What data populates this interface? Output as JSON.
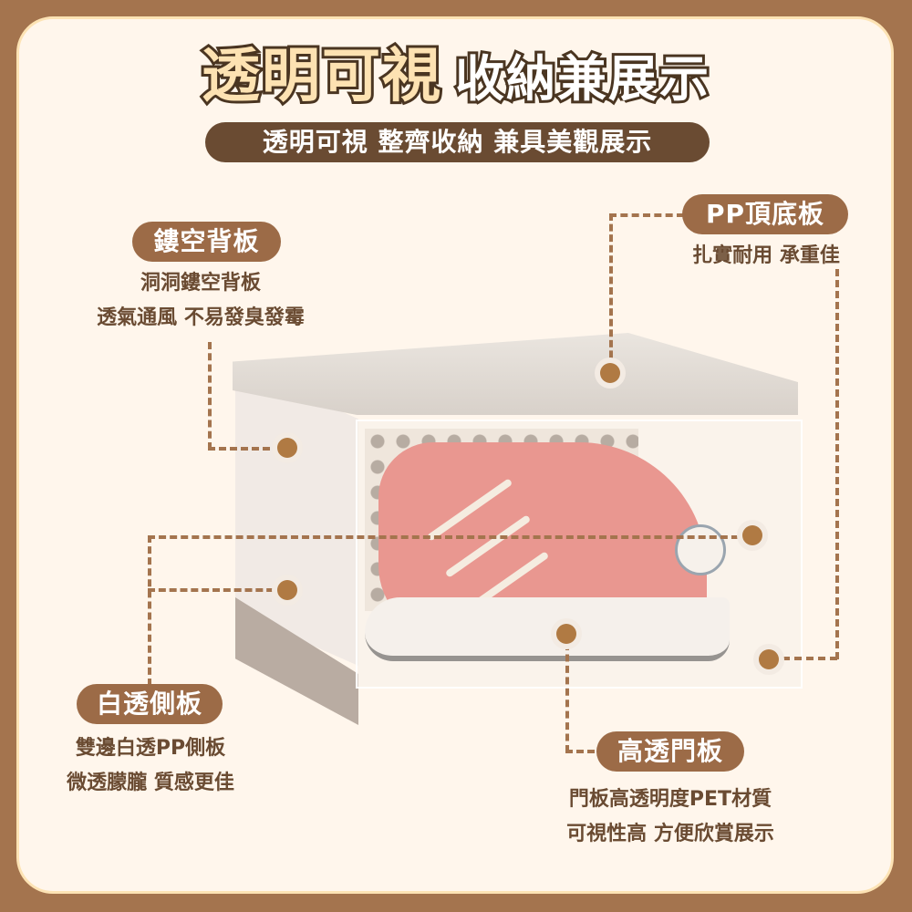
{
  "header": {
    "title_highlight": "透明可視",
    "title_rest": "收納兼展示",
    "subtitle": "透明可視 整齊收納 兼具美觀展示"
  },
  "features": [
    {
      "label": "鏤空背板",
      "lines": [
        "洞洞鏤空背板",
        "透氣通風 不易發臭發霉"
      ]
    },
    {
      "label": "PP頂底板",
      "lines": [
        "扎實耐用 承重佳"
      ]
    },
    {
      "label": "白透側板",
      "lines": [
        "雙邊白透PP側板",
        "微透朦朧 質感更佳"
      ]
    },
    {
      "label": "高透門板",
      "lines": [
        "門板高透明度PET材質",
        "可視性高 方便欣賞展示"
      ]
    }
  ],
  "colors": {
    "border": "#a4744e",
    "background": "#fff6ec",
    "pill": "#9c6b47",
    "text": "#6a4b32",
    "subtitle_bg": "#6a4b32",
    "title_highlight": "#fde2b2"
  }
}
